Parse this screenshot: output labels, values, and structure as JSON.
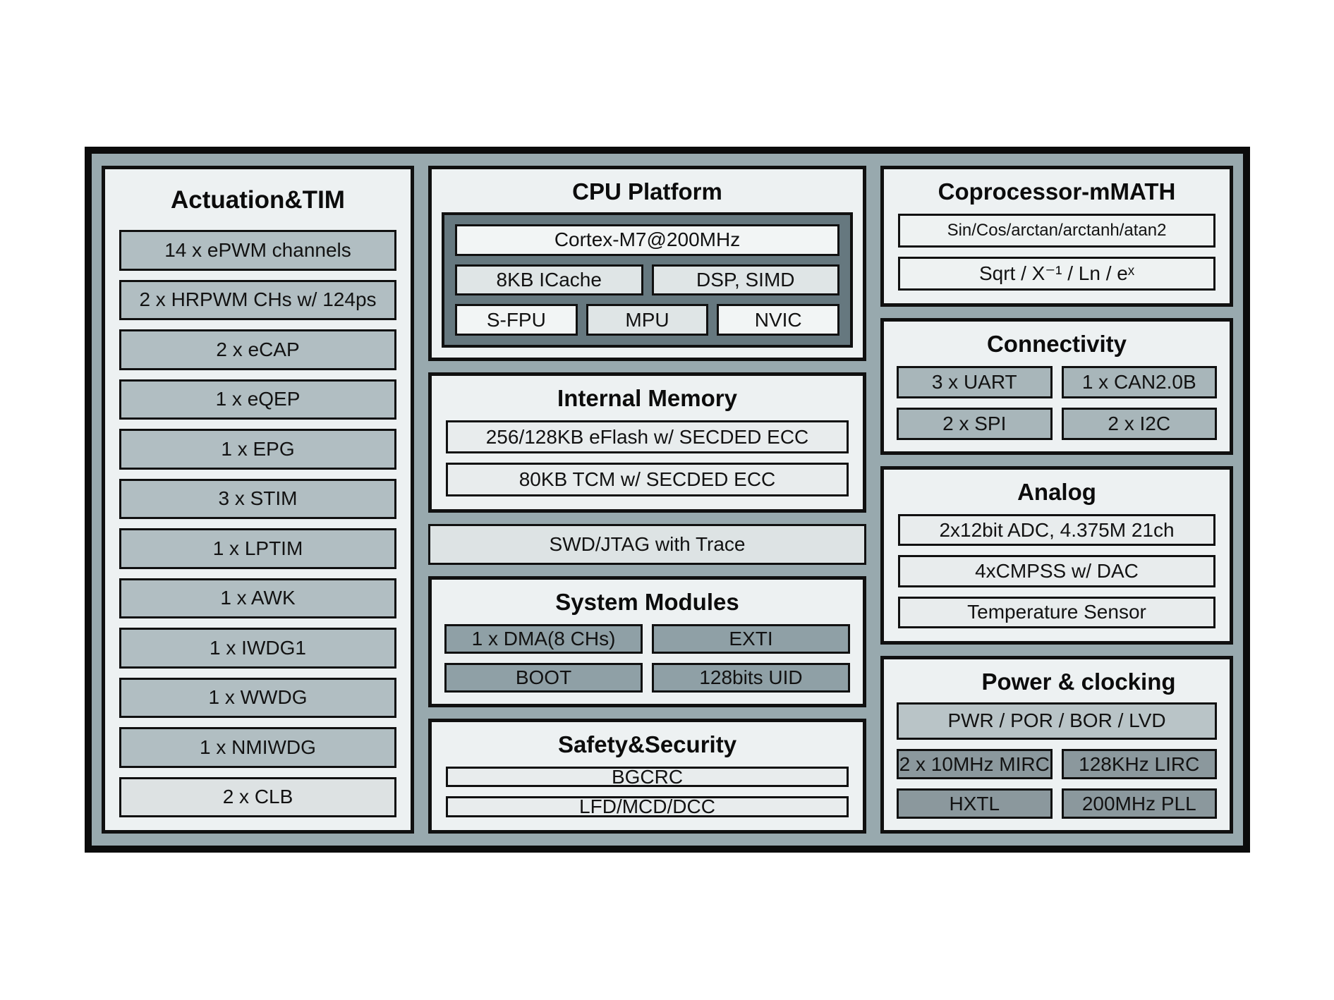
{
  "colors": {
    "page": "#ffffff",
    "frame-fill": "#98a9ae",
    "frame-border": "#0b0b0b",
    "section-bg": "#edf1f2",
    "box-border": "#101010",
    "text": "#121212",
    "item-medium": "#b1bec2",
    "item-medium2": "#a8b6ba",
    "item-dark": "#8fa0a6",
    "item-dark2": "#8b989d",
    "item-light": "#e8eced",
    "item-faint": "#eef2f2",
    "item-white": "#f2f5f5",
    "item-lightgray": "#dfe5e6",
    "item-swd": "#dde3e4",
    "item-pwr": "#b9c4c7",
    "item-clb": "#dde2e3",
    "cpu-inner": "#66787f"
  },
  "actuation": {
    "title": "Actuation&TIM",
    "items": [
      "14 x ePWM channels",
      "2 x HRPWM CHs w/ 124ps",
      "2 x eCAP",
      "1 x eQEP",
      "1 x EPG",
      "3 x STIM",
      "1 x LPTIM",
      "1 x AWK",
      "1 x IWDG1",
      "1 x WWDG",
      "1 x NMIWDG",
      "2 x CLB"
    ]
  },
  "cpu": {
    "title": "CPU Platform",
    "core": "Cortex-M7@200MHz",
    "row2": [
      "8KB ICache",
      "DSP、SIMD"
    ],
    "row3": [
      "S-FPU",
      "MPU",
      "NVIC"
    ]
  },
  "memory": {
    "title": "Internal Memory",
    "items": [
      "256/128KB eFlash w/ SECDED ECC",
      "80KB TCM w/ SECDED ECC"
    ]
  },
  "debug": {
    "label": "SWD/JTAG with Trace"
  },
  "system": {
    "title": "System Modules",
    "items": [
      "1 x DMA(8 CHs)",
      "EXTI",
      "BOOT",
      "128bits UID"
    ]
  },
  "safety": {
    "title": "Safety&Security",
    "items": [
      "BGCRC",
      "LFD/MCD/DCC"
    ]
  },
  "coprocessor": {
    "title": "Coprocessor-mMATH",
    "items": [
      "Sin/Cos/arctan/arctanh/atan2",
      "Sqrt / X⁻¹ / Ln / eˣ"
    ]
  },
  "connectivity": {
    "title": "Connectivity",
    "items": [
      "3 x UART",
      "1 x CAN2.0B",
      "2 x SPI",
      "2 x I2C"
    ]
  },
  "analog": {
    "title": "Analog",
    "items": [
      "2x12bit ADC, 4.375M 21ch",
      "4xCMPSS w/ DAC",
      "Temperature Sensor"
    ]
  },
  "power": {
    "title": "Power & clocking",
    "bar": "PWR / POR / BOR / LVD",
    "items": [
      "2 x 10MHz MIRC",
      "128KHz LIRC",
      "HXTL",
      "200MHz PLL"
    ]
  }
}
